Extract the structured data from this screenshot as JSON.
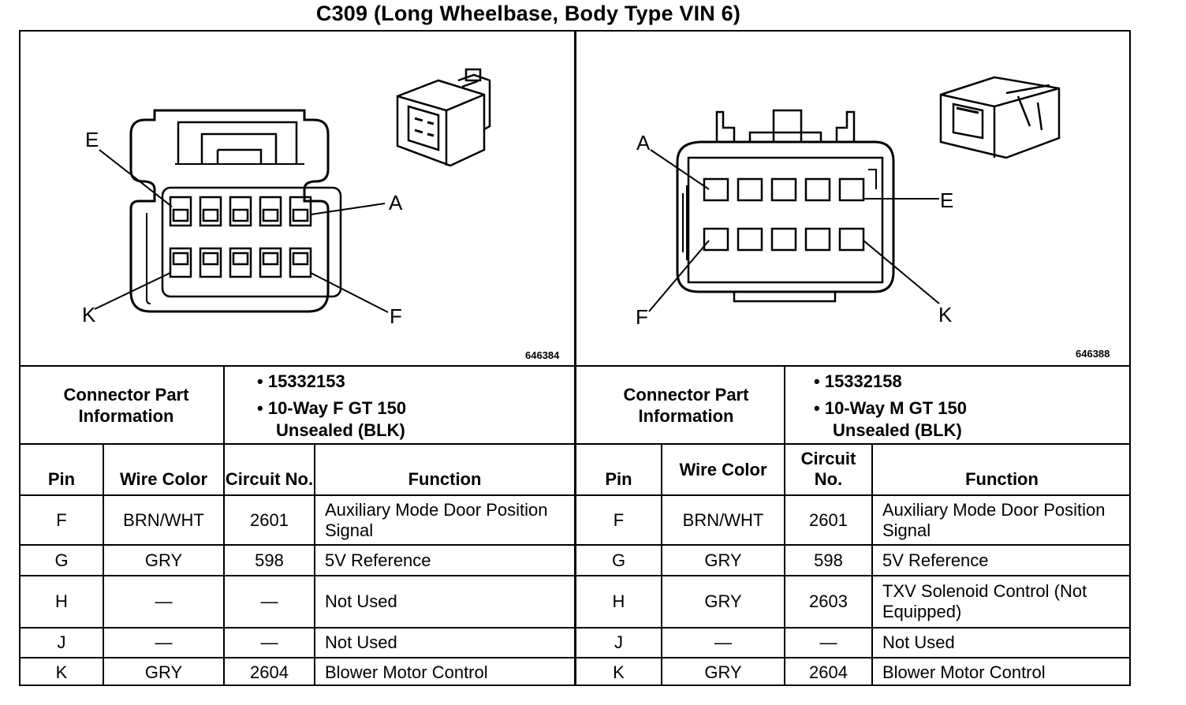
{
  "title": "C309 (Long Wheelbase, Body Type VIN 6)",
  "left": {
    "figure_id": "646384",
    "pin_labels": [
      "E",
      "A",
      "K",
      "F"
    ],
    "connector_info_label": "Connector Part Information",
    "part_info": [
      "15332153",
      "10-Way F GT 150",
      "Unsealed (BLK)"
    ],
    "headers": {
      "pin": "Pin",
      "wire_color": "Wire Color",
      "circuit_no": "Circuit No.",
      "function": "Function"
    },
    "rows": [
      {
        "pin": "F",
        "wire_color": "BRN/WHT",
        "circuit": "2601",
        "function": "Auxiliary Mode Door Position Signal"
      },
      {
        "pin": "G",
        "wire_color": "GRY",
        "circuit": "598",
        "function": "5V Reference"
      },
      {
        "pin": "H",
        "wire_color": "—",
        "circuit": "—",
        "function": "Not Used"
      },
      {
        "pin": "J",
        "wire_color": "—",
        "circuit": "—",
        "function": "Not Used"
      },
      {
        "pin": "K",
        "wire_color": "GRY",
        "circuit": "2604",
        "function": "Blower Motor Control"
      }
    ]
  },
  "right": {
    "figure_id": "646388",
    "pin_labels": [
      "A",
      "E",
      "F",
      "K"
    ],
    "connector_info_label": "Connector Part Information",
    "part_info": [
      "15332158",
      "10-Way M GT 150",
      "Unsealed (BLK)"
    ],
    "headers": {
      "pin": "Pin",
      "wire_color": "Wire Color",
      "circuit_no": "Circuit No.",
      "function": "Function"
    },
    "rows": [
      {
        "pin": "F",
        "wire_color": "BRN/WHT",
        "circuit": "2601",
        "function": "Auxiliary Mode Door Position Signal"
      },
      {
        "pin": "G",
        "wire_color": "GRY",
        "circuit": "598",
        "function": "5V Reference"
      },
      {
        "pin": "H",
        "wire_color": "GRY",
        "circuit": "2603",
        "function": "TXV Solenoid Control (Not Equipped)"
      },
      {
        "pin": "J",
        "wire_color": "—",
        "circuit": "—",
        "function": "Not Used"
      },
      {
        "pin": "K",
        "wire_color": "GRY",
        "circuit": "2604",
        "function": "Blower Motor Control"
      }
    ]
  }
}
